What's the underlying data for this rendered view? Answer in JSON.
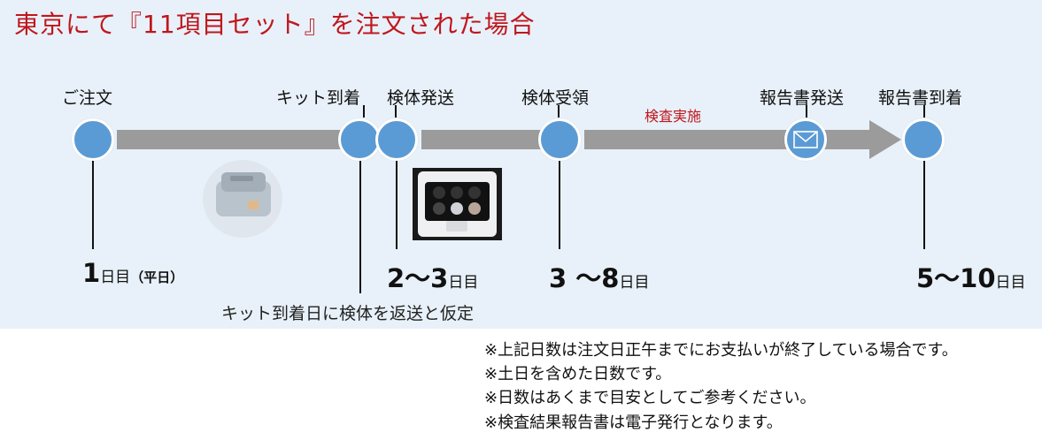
{
  "title": "東京にて『11項目セット』を注文された場合",
  "steps": [
    {
      "label": "ご注文"
    },
    {
      "label": "キット到着"
    },
    {
      "label": "検体発送"
    },
    {
      "label": "検体受領"
    },
    {
      "label": "報告書発送"
    },
    {
      "label": "報告書到着"
    }
  ],
  "inspection_label": "検査実施",
  "days": {
    "d1": {
      "num": "1",
      "unit": "日目",
      "note": "（平日）"
    },
    "d2": {
      "num": "2〜3",
      "unit": "日目"
    },
    "d3": {
      "num": "3 〜8",
      "unit": "日目"
    },
    "d4": {
      "num": "5〜10",
      "unit": "日目"
    }
  },
  "kit_note": "キット到着日に検体を返送と仮定",
  "footnotes": [
    "※上記日数は注文日正午までにお支払いが終了している場合です。",
    "※土日を含めた日数です。",
    "※日数はあくまで目安としてご参考ください。",
    "※検査結果報告書は電子発行となります。"
  ],
  "icons": {
    "envelope": "envelope-icon"
  },
  "colors": {
    "title": "#c0161d",
    "node": "#5b9bd5",
    "bar": "#9b9b9b",
    "panel": "#e8f1f9"
  }
}
